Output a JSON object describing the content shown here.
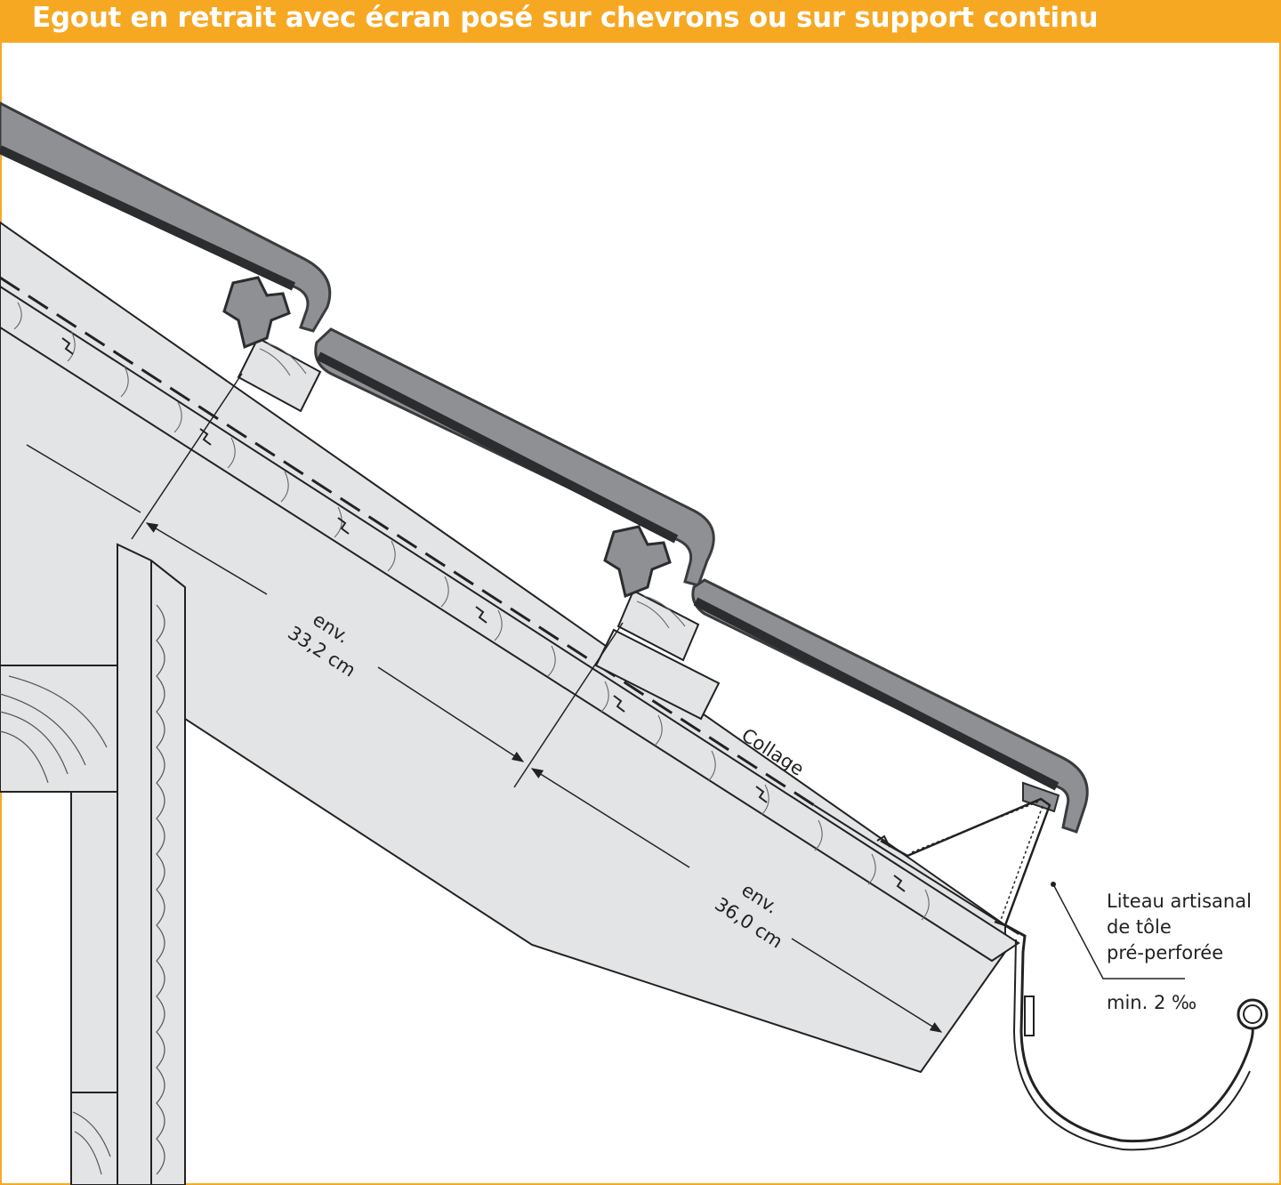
{
  "header": {
    "title": "Egout en retrait avec écran posé sur chevrons ou sur support continu"
  },
  "dimensions": [
    {
      "id": "dim-1",
      "line1": "env.",
      "line2": "33,2 cm"
    },
    {
      "id": "dim-2",
      "line1": "env.",
      "line2": "36,0 cm"
    }
  ],
  "annotations": {
    "collage": "Collage",
    "liteau_line1": "Liteau artisanal",
    "liteau_line2": "de tôle",
    "liteau_line3": "pré-perforée",
    "slope": "min. 2 ‰"
  },
  "colors": {
    "accent": "#f7a823",
    "wood_fill": "#e3e4e6",
    "tile_fill": "#8e9094",
    "tile_edge": "#3a3b3d",
    "line": "#222222"
  }
}
